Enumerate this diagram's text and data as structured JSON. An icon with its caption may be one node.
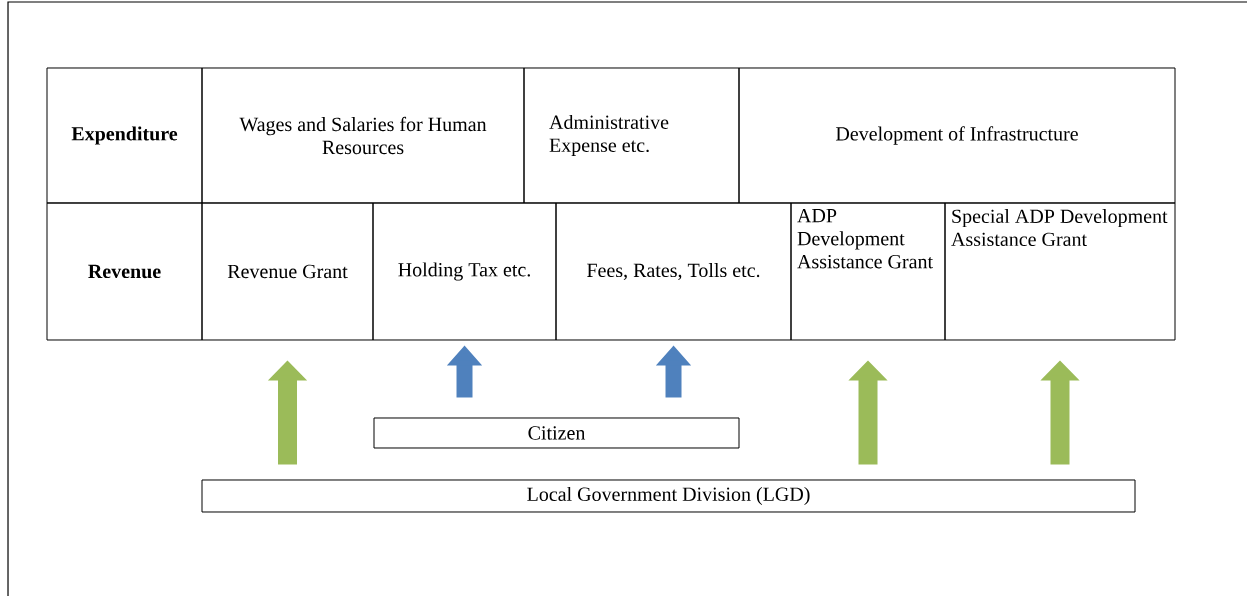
{
  "diagram": {
    "nodes": [
      {
        "text": [
          "Expenditure"
        ]
      },
      {
        "text": [
          "Wages and Salaries for Human Resources"
        ]
      },
      {
        "text": [
          "Administrative Expense etc."
        ]
      },
      {
        "text": [
          "Development of Infrastructure"
        ]
      },
      {
        "text": [
          "Revenue"
        ]
      },
      {
        "text": [
          "Revenue Grant"
        ]
      },
      {
        "text": [
          "Holding Tax etc."
        ]
      },
      {
        "text": [
          "Fees, Rates, Tolls etc."
        ]
      },
      {
        "text": [
          "ADP Development Assistance Grant"
        ]
      },
      {
        "text": [
          "Special ADP Development Assistance Grant"
        ]
      },
      {
        "text": [
          "Citizen"
        ]
      },
      {
        "text": [
          "Local Government Division (LGD)"
        ]
      }
    ],
    "edges": [
      {
        "from": 11,
        "to": 5,
        "arrow": "to"
      },
      {
        "from": 10,
        "to": 6,
        "arrow": "to",
        "color": "#4f81bd"
      },
      {
        "from": 10,
        "to": 7,
        "arrow": "to",
        "color": "#4f81bd"
      },
      {
        "from": 11,
        "to": 8,
        "arrow": "to"
      },
      {
        "from": 11,
        "to": 9,
        "arrow": "to"
      }
    ]
  }
}
